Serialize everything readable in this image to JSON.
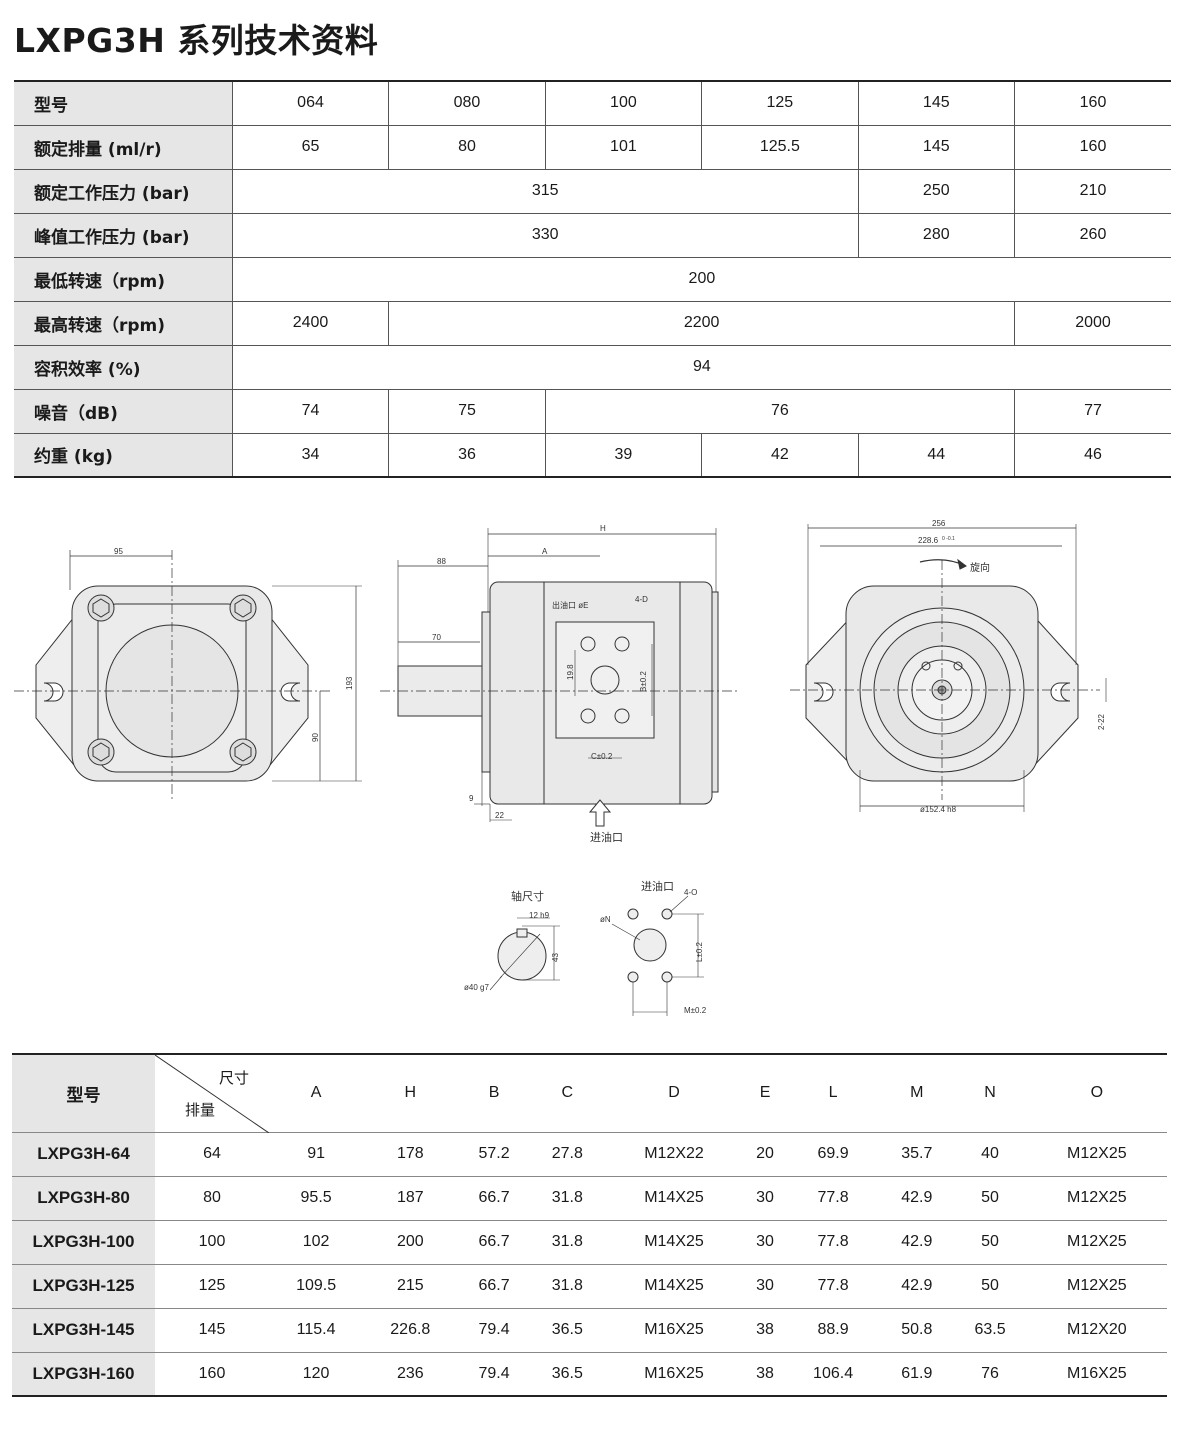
{
  "title": "LXPG3H 系列技术资料",
  "spec": {
    "rows": [
      {
        "label": "型号",
        "cells": [
          {
            "v": "064",
            "span": 1
          },
          {
            "v": "080",
            "span": 1
          },
          {
            "v": "100",
            "span": 1
          },
          {
            "v": "125",
            "span": 1
          },
          {
            "v": "145",
            "span": 1
          },
          {
            "v": "160",
            "span": 1
          }
        ]
      },
      {
        "label": "额定排量 (ml/r)",
        "cells": [
          {
            "v": "65",
            "span": 1
          },
          {
            "v": "80",
            "span": 1
          },
          {
            "v": "101",
            "span": 1
          },
          {
            "v": "125.5",
            "span": 1
          },
          {
            "v": "145",
            "span": 1
          },
          {
            "v": "160",
            "span": 1
          }
        ]
      },
      {
        "label": "额定工作压力 (bar)",
        "cells": [
          {
            "v": "315",
            "span": 4
          },
          {
            "v": "250",
            "span": 1
          },
          {
            "v": "210",
            "span": 1
          }
        ]
      },
      {
        "label": "峰值工作压力 (bar)",
        "cells": [
          {
            "v": "330",
            "span": 4
          },
          {
            "v": "280",
            "span": 1
          },
          {
            "v": "260",
            "span": 1
          }
        ]
      },
      {
        "label": "最低转速（rpm)",
        "cells": [
          {
            "v": "200",
            "span": 6
          }
        ]
      },
      {
        "label": "最高转速（rpm)",
        "cells": [
          {
            "v": "2400",
            "span": 1
          },
          {
            "v": "2200",
            "span": 4
          },
          {
            "v": "2000",
            "span": 1
          }
        ]
      },
      {
        "label": "容积效率 (%)",
        "cells": [
          {
            "v": "94",
            "span": 6
          }
        ]
      },
      {
        "label": "噪音（dB)",
        "cells": [
          {
            "v": "74",
            "span": 1
          },
          {
            "v": "75",
            "span": 1
          },
          {
            "v": "76",
            "span": 3
          },
          {
            "v": "77",
            "span": 1
          }
        ]
      },
      {
        "label": "约重 (kg)",
        "cells": [
          {
            "v": "34",
            "span": 1
          },
          {
            "v": "36",
            "span": 1
          },
          {
            "v": "39",
            "span": 1
          },
          {
            "v": "42",
            "span": 1
          },
          {
            "v": "44",
            "span": 1
          },
          {
            "v": "46",
            "span": 1
          }
        ]
      }
    ]
  },
  "drawing": {
    "front": {
      "d95": "95",
      "d193": "193",
      "d90": "90"
    },
    "side": {
      "d88": "88",
      "A": "A",
      "H": "H",
      "d70": "70",
      "outlet": "出油口 øE",
      "holes": "4-D",
      "d19": "19.8",
      "B": "B±0.2",
      "C": "C±0.2",
      "d9": "9",
      "d22": "22",
      "inlet": "进油口"
    },
    "rear": {
      "d256": "256",
      "d228": "228.6",
      "tol": "0 -0.1",
      "rotation": "旋向",
      "dia": "ø152.4 h8",
      "d222": "2-22"
    },
    "shaft": {
      "label": "轴尺寸",
      "key": "12 h9",
      "d43": "43",
      "dia": "ø40 g7"
    },
    "port": {
      "label": "进油口",
      "holes": "4-O",
      "N": "øN",
      "L": "L±0.2",
      "M": "M±0.2"
    }
  },
  "dims": {
    "corner": "型号",
    "diag_top": "尺寸",
    "diag_bottom": "排量",
    "cols": [
      "A",
      "H",
      "B",
      "C",
      "D",
      "E",
      "L",
      "M",
      "N",
      "O"
    ],
    "rows": [
      {
        "model": "LXPG3H-64",
        "disp": "64",
        "vals": [
          "91",
          "178",
          "57.2",
          "27.8",
          "M12X22",
          "20",
          "69.9",
          "35.7",
          "40",
          "M12X25"
        ]
      },
      {
        "model": "LXPG3H-80",
        "disp": "80",
        "vals": [
          "95.5",
          "187",
          "66.7",
          "31.8",
          "M14X25",
          "30",
          "77.8",
          "42.9",
          "50",
          "M12X25"
        ]
      },
      {
        "model": "LXPG3H-100",
        "disp": "100",
        "vals": [
          "102",
          "200",
          "66.7",
          "31.8",
          "M14X25",
          "30",
          "77.8",
          "42.9",
          "50",
          "M12X25"
        ]
      },
      {
        "model": "LXPG3H-125",
        "disp": "125",
        "vals": [
          "109.5",
          "215",
          "66.7",
          "31.8",
          "M14X25",
          "30",
          "77.8",
          "42.9",
          "50",
          "M12X25"
        ]
      },
      {
        "model": "LXPG3H-145",
        "disp": "145",
        "vals": [
          "115.4",
          "226.8",
          "79.4",
          "36.5",
          "M16X25",
          "38",
          "88.9",
          "50.8",
          "63.5",
          "M12X20"
        ]
      },
      {
        "model": "LXPG3H-160",
        "disp": "160",
        "vals": [
          "120",
          "236",
          "79.4",
          "36.5",
          "M16X25",
          "38",
          "106.4",
          "61.9",
          "76",
          "M16X25"
        ]
      }
    ]
  }
}
